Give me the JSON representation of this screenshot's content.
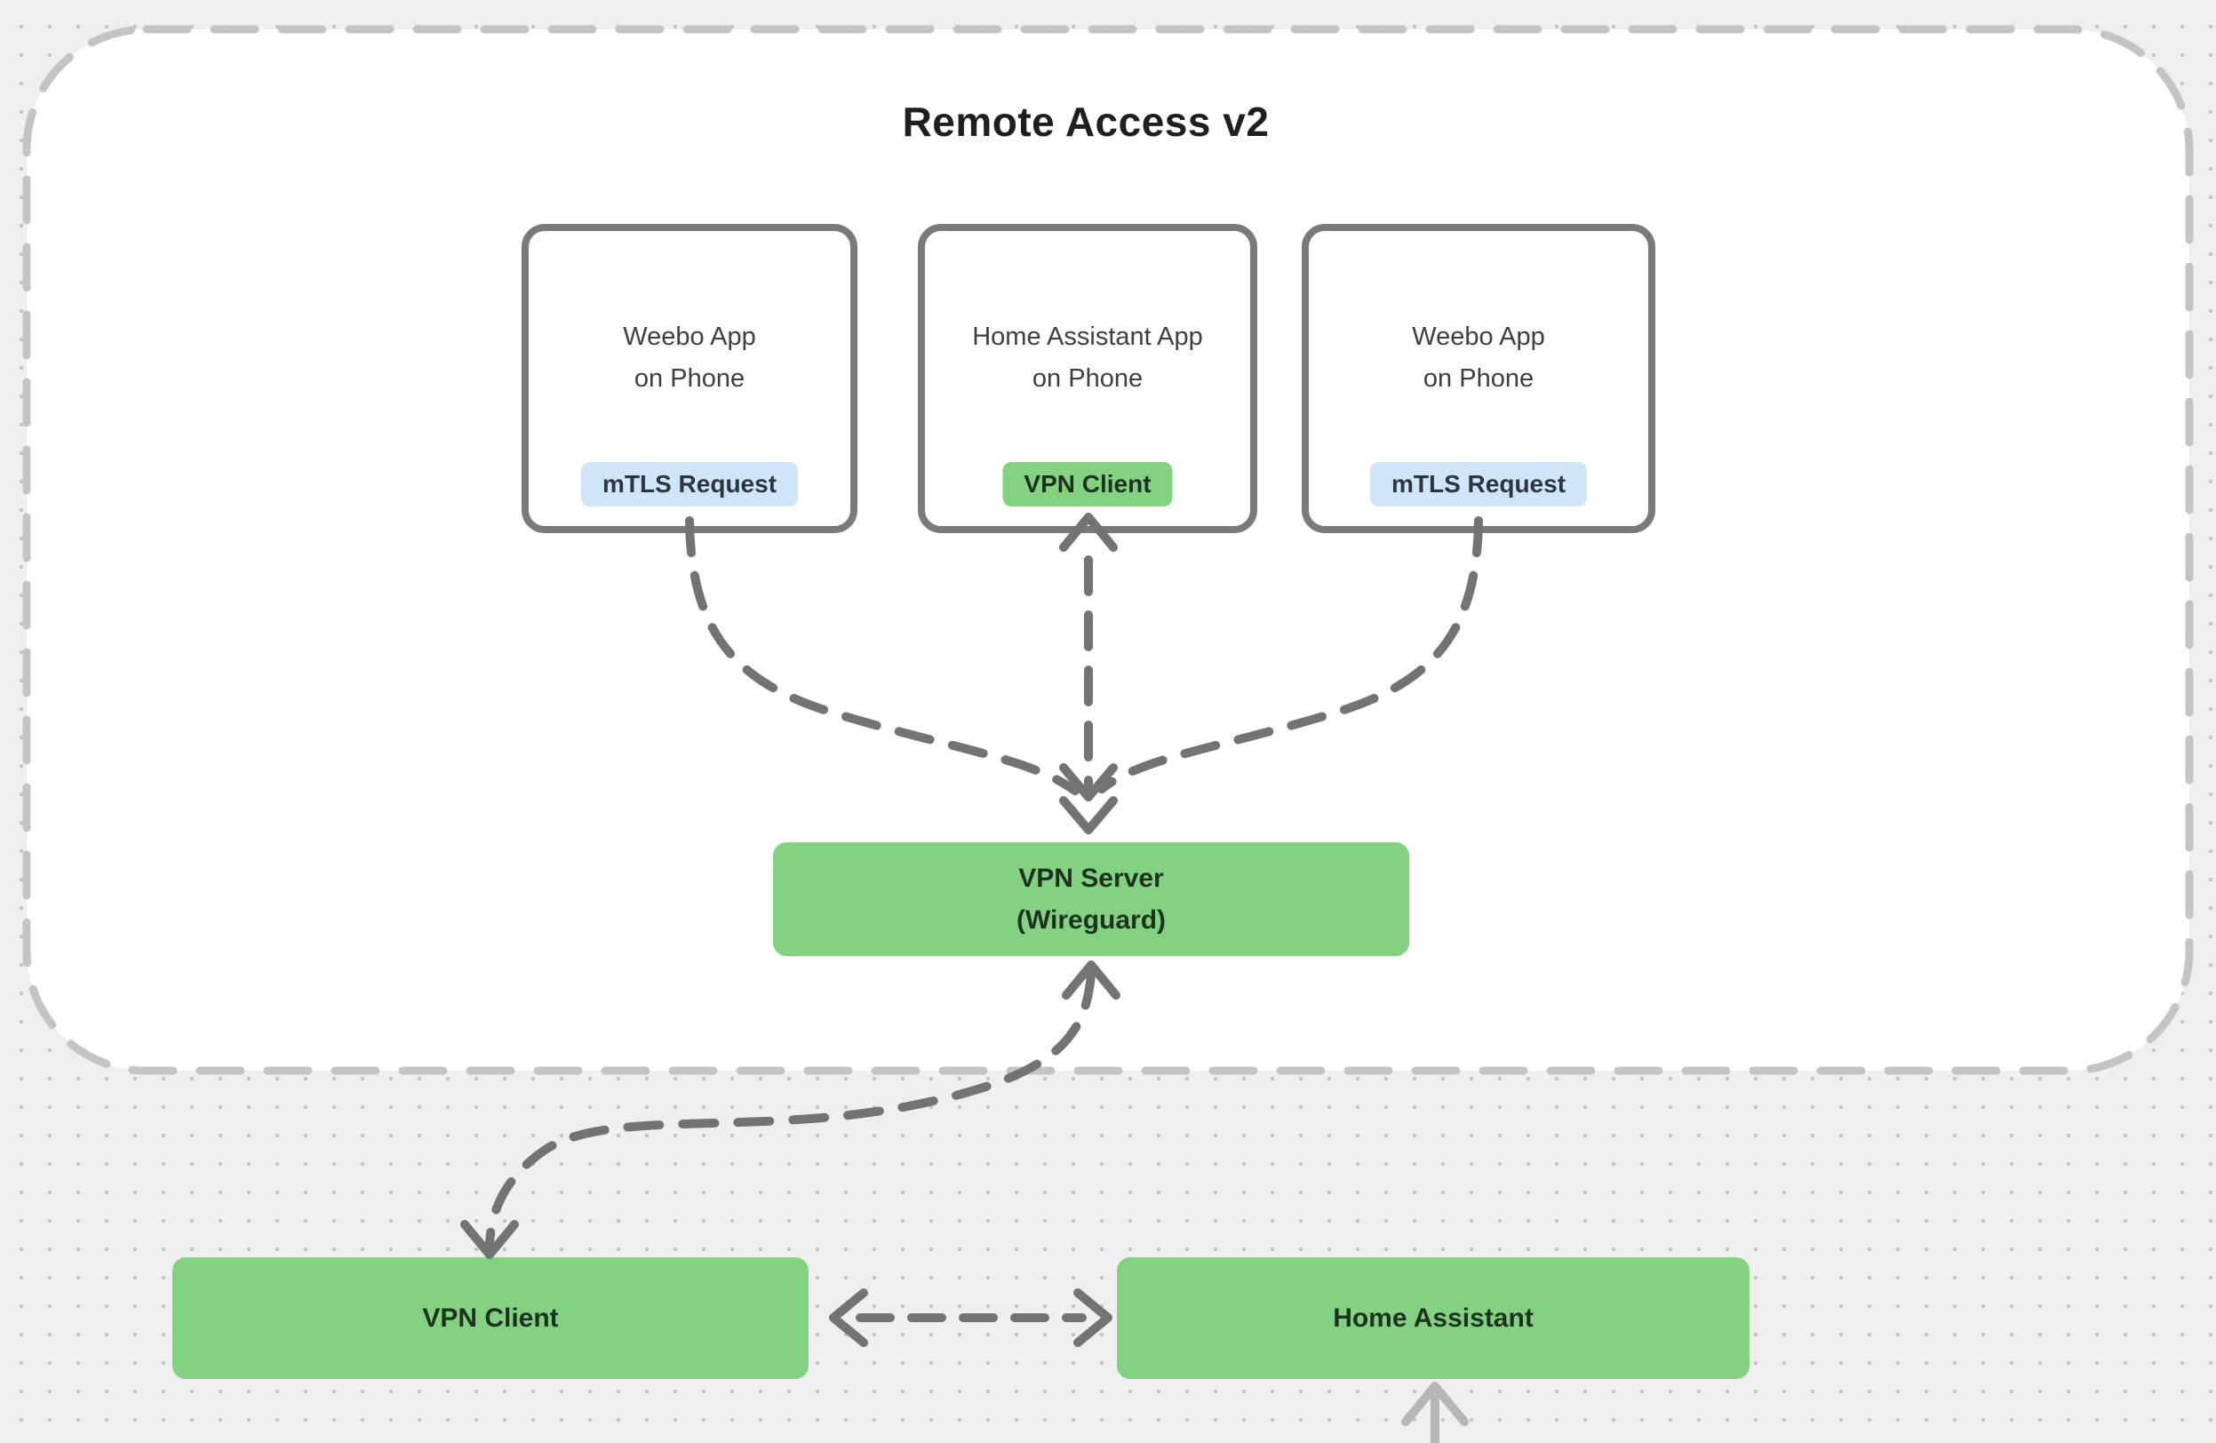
{
  "title": "Remote Access v2",
  "nodes": {
    "weebo_app_left": {
      "label_line1": "Weebo App",
      "label_line2": "on Phone",
      "badge": "mTLS Request"
    },
    "home_assistant_app": {
      "label_line1": "Home Assistant App",
      "label_line2": "on Phone",
      "badge": "VPN Client"
    },
    "weebo_app_right": {
      "label_line1": "Weebo App",
      "label_line2": "on Phone",
      "badge": "mTLS Request"
    },
    "vpn_server": {
      "label_line1": "VPN Server",
      "label_line2": "(Wireguard)"
    },
    "vpn_client": {
      "label": "VPN Client"
    },
    "home_assistant": {
      "label": "Home Assistant"
    }
  },
  "edges": [
    {
      "from": "weebo_app_left",
      "to": "vpn_server",
      "style": "dashed",
      "arrow": "to"
    },
    {
      "from": "weebo_app_right",
      "to": "vpn_server",
      "style": "dashed",
      "arrow": "to"
    },
    {
      "from": "vpn_server",
      "to": "home_assistant_app",
      "style": "dashed",
      "arrow": "to"
    },
    {
      "from": "vpn_client",
      "to": "vpn_server",
      "style": "dashed",
      "arrow": "both"
    },
    {
      "from": "vpn_client",
      "to": "home_assistant",
      "style": "dashed",
      "arrow": "both"
    },
    {
      "from": "offscreen_below",
      "to": "home_assistant",
      "style": "solid",
      "arrow": "to"
    }
  ],
  "colors": {
    "background": "#efefef",
    "dot_grid": "#c4c4c4",
    "container_fill": "#ffffff",
    "container_border": "#c4c4c4",
    "node_border": "#7a7a7a",
    "node_text": "#3f3f3f",
    "green_fill": "#82d282",
    "green_text": "#1d331f",
    "blue_badge_fill": "#cfe5f8",
    "blue_badge_text": "#2b3543",
    "arrow_dark": "#737373",
    "arrow_light": "#b6b6b6",
    "title_text": "#1f1f1f"
  }
}
